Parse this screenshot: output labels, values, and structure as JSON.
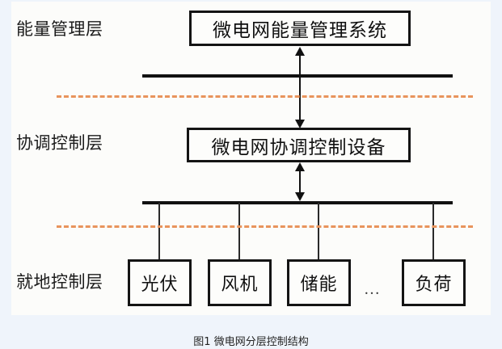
{
  "figure": {
    "caption": "图1 微电网分层控制结构",
    "background_color": "#eff4fb",
    "canvas_color": "#fcfcfa",
    "line_color": "#111111",
    "separator_color": "#e8945c"
  },
  "layers": [
    {
      "id": "energy-management",
      "label": "能量管理层",
      "node": "微电网能量管理系统"
    },
    {
      "id": "coordination-control",
      "label": "协调控制层",
      "node": "微电网协调控制设备"
    },
    {
      "id": "local-control",
      "label": "就地控制层",
      "node": ""
    }
  ],
  "devices": [
    {
      "id": "pv",
      "label": "光伏"
    },
    {
      "id": "wind",
      "label": "风机"
    },
    {
      "id": "storage",
      "label": "储能"
    },
    {
      "id": "load",
      "label": "负荷"
    }
  ],
  "ellipsis": "…",
  "connections": {
    "energy_to_bus": "bidirectional-arrow",
    "bus_to_coordination": "bidirectional-arrow",
    "coordination_to_bus": "bidirectional-arrow"
  }
}
